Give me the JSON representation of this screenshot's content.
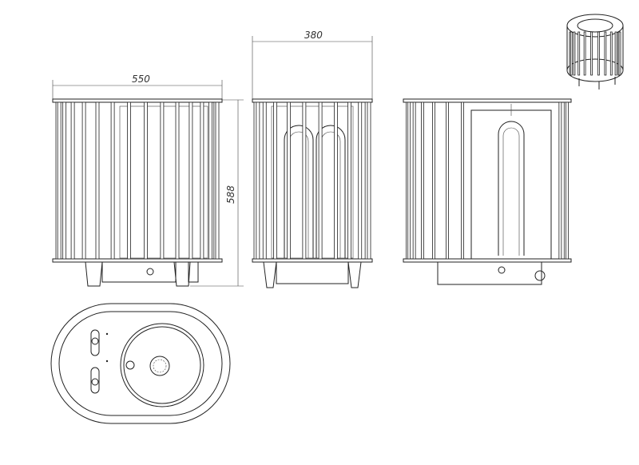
{
  "dimensions": {
    "width_front": "550",
    "depth_side": "380",
    "height": "588"
  },
  "colors": {
    "line": "#222222",
    "background": "#ffffff"
  }
}
